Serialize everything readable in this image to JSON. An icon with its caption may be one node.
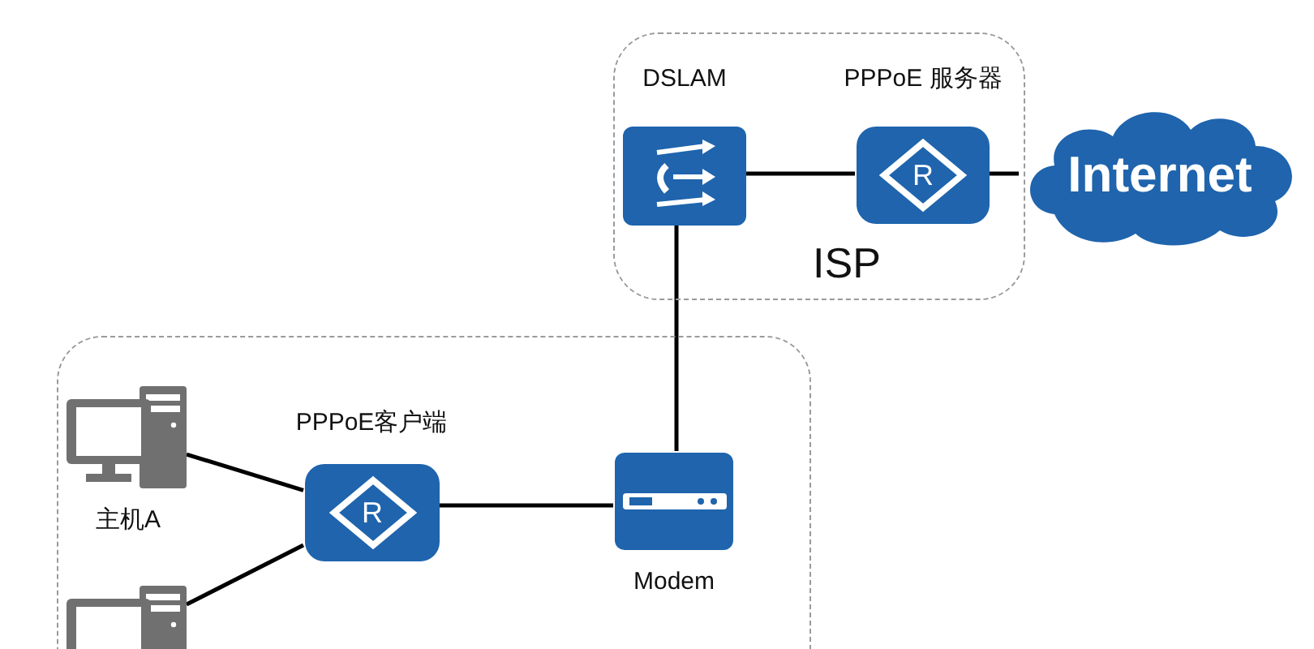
{
  "diagram": {
    "nodes": [
      {
        "text": [
          "ISP"
        ]
      },
      {
        "text": [
          "DSLAM"
        ],
        "in": 0
      },
      {
        "text": [
          "PPPoE 服务器",
          "R"
        ],
        "in": 0
      },
      {
        "text": [
          "Internet"
        ]
      },
      {
        "text": [],
        "shape": "box"
      },
      {
        "text": [
          "PPPoE客户端",
          "R"
        ],
        "in": 4
      },
      {
        "text": [
          "Modem"
        ],
        "in": 4
      },
      {
        "text": [
          "主机A"
        ],
        "in": 4
      },
      {
        "text": [],
        "shape": "picture",
        "in": 4
      }
    ],
    "edges": [
      {
        "from": 1,
        "to": 2,
        "arrow": "none"
      },
      {
        "from": 2,
        "to": 3,
        "arrow": "none"
      },
      {
        "from": 1,
        "to": 6,
        "arrow": "none"
      },
      {
        "from": 6,
        "to": 5,
        "arrow": "none"
      },
      {
        "from": 5,
        "to": 7,
        "arrow": "none"
      },
      {
        "from": 5,
        "to": 8,
        "arrow": "none"
      }
    ]
  }
}
